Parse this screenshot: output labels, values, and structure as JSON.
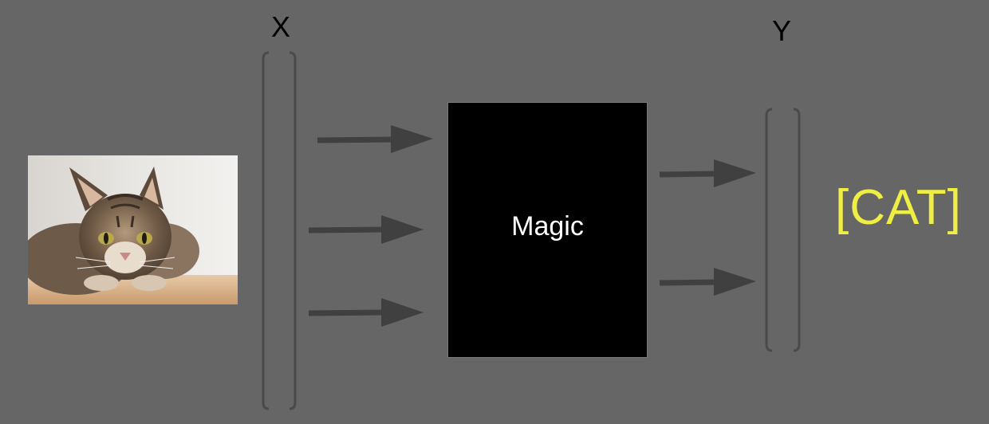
{
  "diagram": {
    "input_vector_label": "X",
    "output_vector_label": "Y",
    "model_box_label": "Magic",
    "prediction_label": "[CAT]",
    "input_image": "cat-photo",
    "input_arrows": 3,
    "output_arrows": 2
  },
  "colors": {
    "background": "#666666",
    "box": "#000000",
    "bracket": "#4a4a4a",
    "arrow": "#404040",
    "prediction": "#eeee44"
  }
}
